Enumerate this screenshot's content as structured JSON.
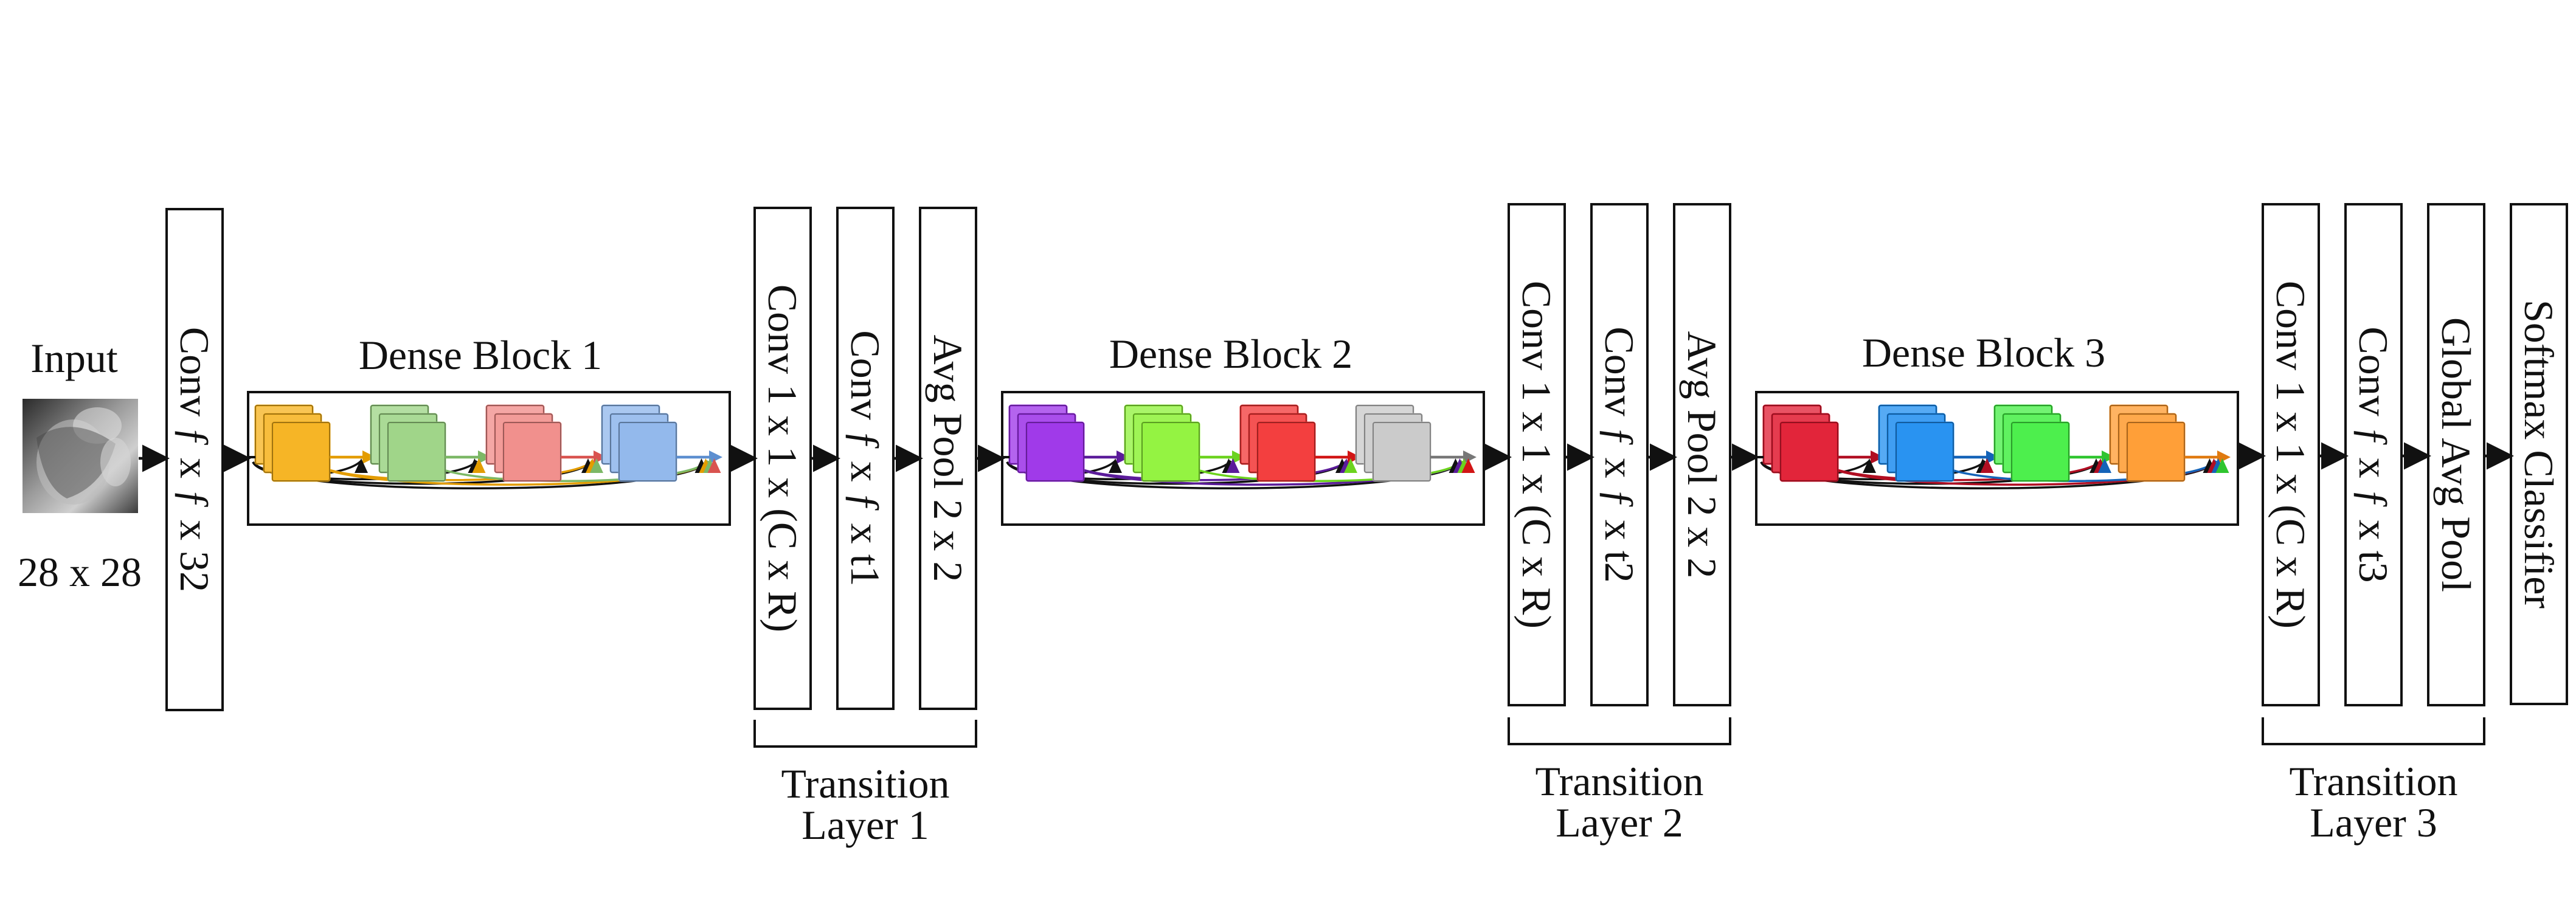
{
  "input": {
    "title": "Input",
    "size": "28 x 28"
  },
  "first_conv": "Conv ƒ x ƒ x 32",
  "dense_blocks": [
    {
      "title": "Dense Block 1",
      "colors": [
        "#f5b11b",
        "#9bd383",
        "#f08a87",
        "#8db5eb"
      ],
      "arrow_colors": [
        "#e39c00",
        "#7cb866",
        "#d9534f",
        "#5d8fd0"
      ]
    },
    {
      "title": "Dense Block 2",
      "colors": [
        "#9b30e8",
        "#8ef238",
        "#f23535",
        "#c8c8c8"
      ],
      "arrow_colors": [
        "#5b1b9a",
        "#6cd31e",
        "#d11515",
        "#777777"
      ]
    },
    {
      "title": "Dense Block 3",
      "colors": [
        "#e01930",
        "#1e8df0",
        "#44ee44",
        "#ff9a2e"
      ],
      "arrow_colors": [
        "#b10e22",
        "#1463b8",
        "#2fc52f",
        "#e07a10"
      ]
    }
  ],
  "transitions": [
    {
      "layers": [
        "Conv 1 x 1 x (C x R)",
        "Conv ƒ x ƒ x t1",
        "Avg Pool 2 x 2"
      ],
      "label_line1": "Transition",
      "label_line2": "Layer 1"
    },
    {
      "layers": [
        "Conv 1 x 1 x (C x R)",
        "Conv ƒ x ƒ x t2",
        "Avg Pool 2 x 2"
      ],
      "label_line1": "Transition",
      "label_line2": "Layer 2"
    },
    {
      "layers": [
        "Conv 1 x 1 x (C x R)",
        "Conv ƒ x ƒ x t3",
        "Global Avg Pool"
      ],
      "label_line1": "Transition",
      "label_line2": "Layer 3"
    }
  ],
  "classifier": "Softmax Classifier"
}
